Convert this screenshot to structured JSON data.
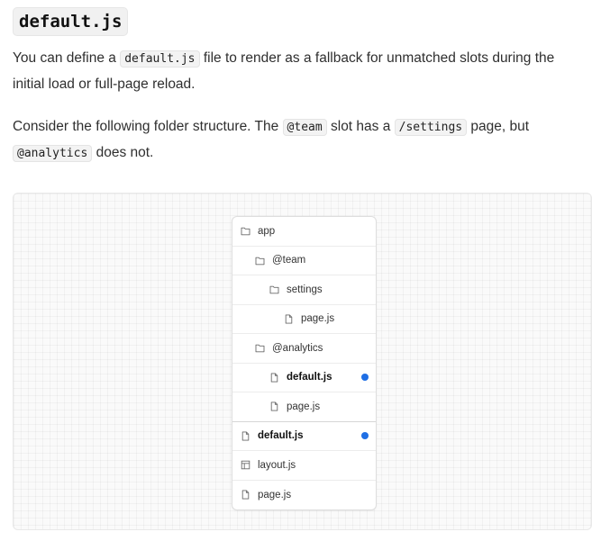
{
  "heading": "default.js",
  "paragraph1": {
    "t1": "You can define a ",
    "code1": "default.js",
    "t2": " file to render as a fallback for unmatched slots during the initial load or full-page reload."
  },
  "paragraph2": {
    "t1": "Consider the following folder structure. The ",
    "code1": "@team",
    "t2": " slot has a ",
    "code2": "/settings",
    "t3": " page, but ",
    "code3": "@analytics",
    "t4": " does not."
  },
  "accent_color": "#1f6fe5",
  "tree": [
    {
      "label": "app",
      "icon": "folder-icon",
      "depth": 0,
      "bold": false,
      "marked": false
    },
    {
      "label": "@team",
      "icon": "folder-icon",
      "depth": 1,
      "bold": false,
      "marked": false
    },
    {
      "label": "settings",
      "icon": "folder-icon",
      "depth": 2,
      "bold": false,
      "marked": false
    },
    {
      "label": "page.js",
      "icon": "file-icon",
      "depth": 3,
      "bold": false,
      "marked": false
    },
    {
      "label": "@analytics",
      "icon": "folder-icon",
      "depth": 1,
      "bold": false,
      "marked": false
    },
    {
      "label": "default.js",
      "icon": "file-icon",
      "depth": 2,
      "bold": true,
      "marked": true
    },
    {
      "label": "page.js",
      "icon": "file-icon",
      "depth": 2,
      "bold": false,
      "marked": false
    },
    {
      "label": "default.js",
      "icon": "file-icon",
      "depth": 0,
      "bold": true,
      "marked": true
    },
    {
      "label": "layout.js",
      "icon": "layout-icon",
      "depth": 0,
      "bold": false,
      "marked": false
    },
    {
      "label": "page.js",
      "icon": "file-icon",
      "depth": 0,
      "bold": false,
      "marked": false
    }
  ]
}
